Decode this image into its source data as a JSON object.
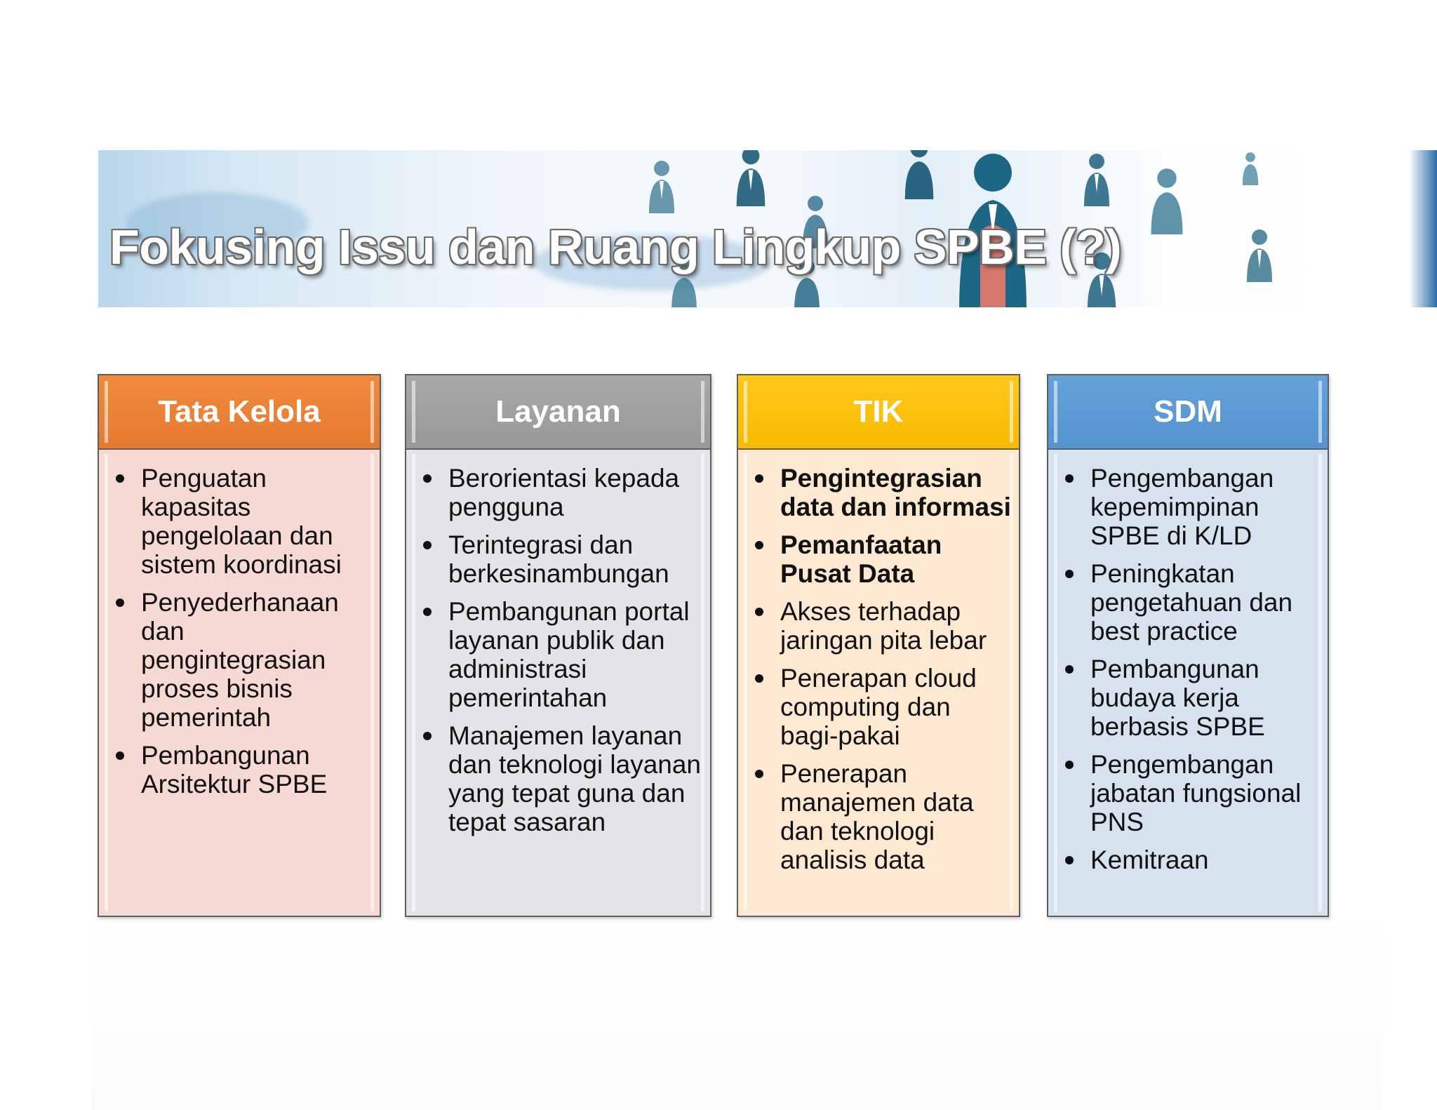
{
  "slide": {
    "title": "Fokusing Issu dan Ruang Lingkup SPBE (?)"
  },
  "colors": {
    "tata_kelola": "#e57a30",
    "layanan": "#989898",
    "tik": "#f7ba00",
    "sdm": "#5593cf"
  },
  "banner": {
    "icon": "people-network-illustration"
  },
  "columns": [
    {
      "title": "Tata Kelola",
      "items": [
        "Penguatan kapasitas pengelolaan dan sistem koordinasi",
        "Penyederhanaan dan pengintegrasian proses bisnis pemerintah",
        "Pembangunan Arsitektur SPBE"
      ]
    },
    {
      "title": "Layanan",
      "items": [
        "Berorientasi kepada pengguna",
        "Terintegrasi dan berkesinambungan",
        "Pembangunan portal layanan publik dan administrasi pemerintahan",
        "Manajemen layanan dan teknologi layanan yang tepat guna dan tepat sasaran"
      ]
    },
    {
      "title": "TIK",
      "items": [
        "Pengintegrasian data dan informasi",
        "Pemanfaatan Pusat Data",
        "Akses terhadap jaringan pita lebar",
        "Penerapan cloud computing dan bagi-pakai",
        "Penerapan manajemen data dan teknologi analisis data"
      ]
    },
    {
      "title": "SDM",
      "items": [
        "Pengembangan kepemimpinan SPBE di K/LD",
        "Peningkatan pengetahuan dan best practice",
        "Pembangunan budaya kerja berbasis SPBE",
        "Pengembangan jabatan fungsional PNS",
        "Kemitraan"
      ]
    }
  ]
}
